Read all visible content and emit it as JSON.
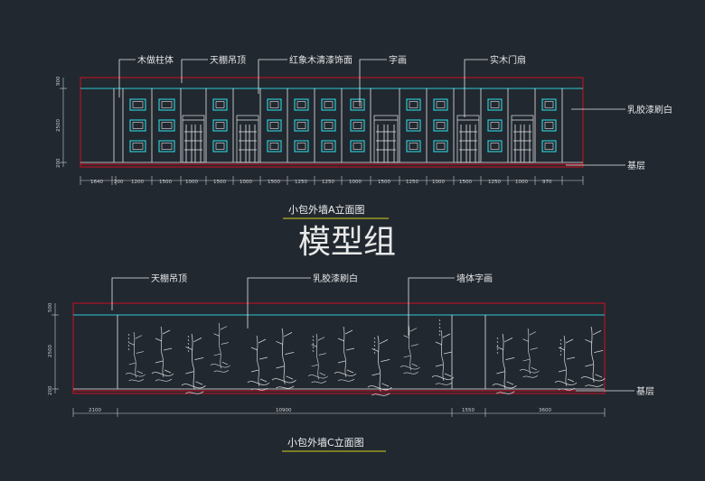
{
  "watermark": "模型组",
  "elevation_a": {
    "title": "小包外墙A立面图",
    "callouts_top": [
      "木做柱体",
      "天棚吊顶",
      "红象木清漆饰面",
      "字画",
      "实木门扇"
    ],
    "callouts_right": [
      "乳胶漆刷白",
      "基层"
    ],
    "vertical_dims": [
      "900",
      "2500",
      "200"
    ],
    "horizontal_dims": [
      "1640",
      "200",
      "1200",
      "1500",
      "1000",
      "1500",
      "1000",
      "1500",
      "1250",
      "1250",
      "1000",
      "1500",
      "1250",
      "1000",
      "1500",
      "1250",
      "1000",
      "970"
    ]
  },
  "elevation_c": {
    "title": "小包外墙C立面图",
    "callouts_top": [
      "天棚吊顶",
      "乳胶漆刷白",
      "墙体字画"
    ],
    "callouts_right": [
      "基层"
    ],
    "vertical_dims": [
      "500",
      "2500",
      "200"
    ],
    "horizontal_dims": [
      "2100",
      "10900",
      "1550",
      "3600"
    ]
  },
  "colors": {
    "background": "#212830",
    "outline": "#d01020",
    "ceiling_line": "#2ec8d0",
    "frame": "#2ec8d0",
    "linework": "#e6e6e6",
    "title_underline": "#d6d21c"
  }
}
